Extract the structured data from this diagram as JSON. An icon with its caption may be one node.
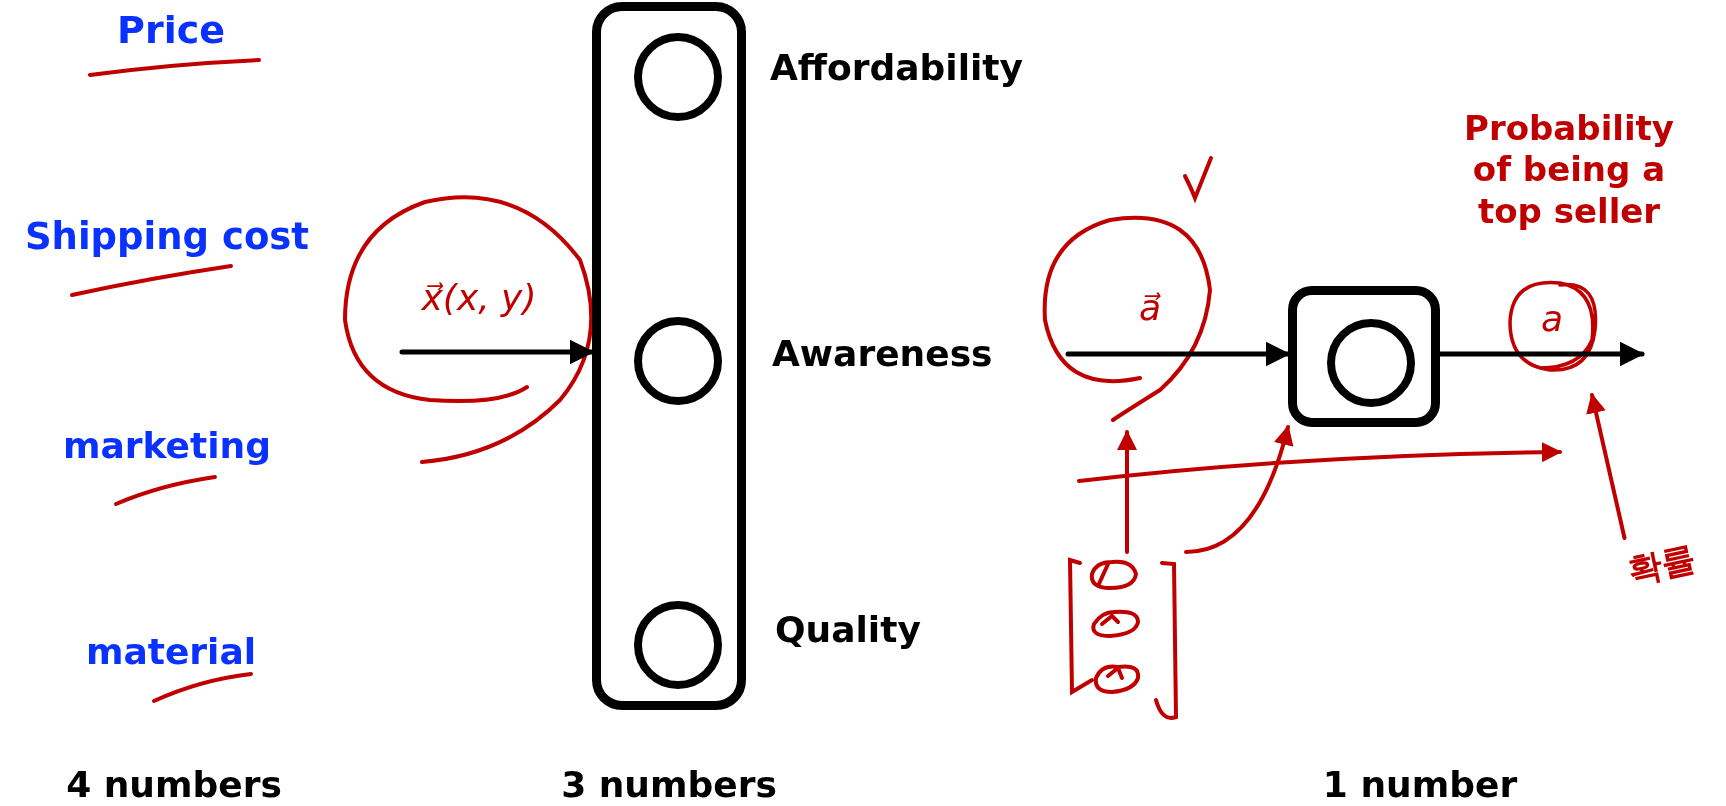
{
  "diagram": {
    "nodes": [
      {
        "text": [],
        "shape": "box"
      },
      {
        "text": [],
        "shape": "circle",
        "in": 0,
        "beside": [
          "Affordability"
        ]
      },
      {
        "text": [],
        "shape": "circle",
        "in": 0,
        "beside": [
          "Awareness"
        ]
      },
      {
        "text": [],
        "shape": "circle",
        "in": 0,
        "beside": [
          "Quality"
        ]
      },
      {
        "text": [],
        "shape": "box"
      },
      {
        "text": [],
        "shape": "circle",
        "in": 4
      },
      {
        "text": [],
        "shape": "picture"
      },
      {
        "text": [
          "확률"
        ]
      },
      {
        "text": [],
        "shape": "circle"
      },
      {
        "text": [],
        "shape": "circle"
      }
    ],
    "edges": [
      {
        "from": null,
        "to": 0,
        "arrow": "to",
        "label": "x⃗(x, y)"
      },
      {
        "from": 8,
        "to": 4,
        "arrow": "to",
        "label": "a⃗"
      },
      {
        "from": 4,
        "to": 9,
        "arrow": "to",
        "label": "a"
      },
      {
        "from": 6,
        "to": 8,
        "arrow": "to",
        "color": "#c00000"
      },
      {
        "from": 6,
        "to": 4,
        "arrow": "to",
        "color": "#c00000"
      },
      {
        "from": 7,
        "to": 9,
        "arrow": "to",
        "color": "#c00000"
      }
    ],
    "labels": [
      "Price",
      "Shipping cost",
      "marketing",
      "material",
      "Probability of being a top seller",
      "4 numbers",
      "3 numbers",
      "1 number"
    ]
  }
}
